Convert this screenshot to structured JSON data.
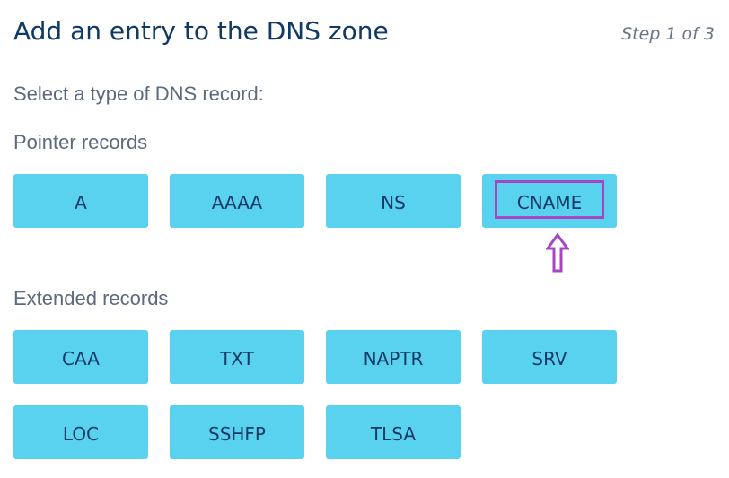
{
  "header": {
    "title": "Add an entry to the DNS zone",
    "step": "Step 1 of 3"
  },
  "prompt": "Select a type of DNS record:",
  "pointer_records": {
    "heading": "Pointer records",
    "buttons": [
      "A",
      "AAAA",
      "NS",
      "CNAME"
    ]
  },
  "extended_records": {
    "heading": "Extended records",
    "buttons": [
      "CAA",
      "TXT",
      "NAPTR",
      "SRV",
      "LOC",
      "SSHFP",
      "TLSA"
    ]
  },
  "colors": {
    "button_bg": "#59d2ef",
    "button_text": "#133a66",
    "title": "#113a63",
    "highlight": "#a845c2"
  },
  "annotation": {
    "highlighted_record": "CNAME",
    "icon": "arrow-up-icon"
  }
}
